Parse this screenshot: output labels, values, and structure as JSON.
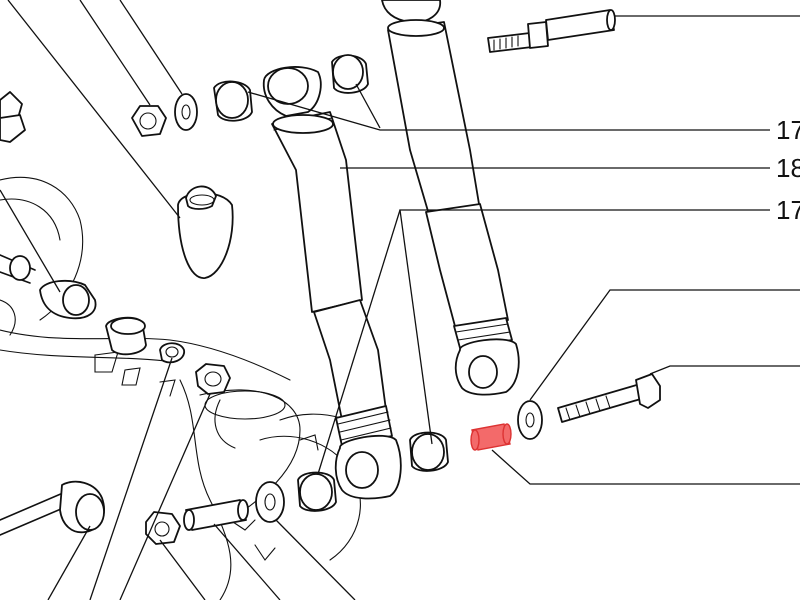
{
  "callouts": [
    {
      "id": "c1",
      "label": "17"
    },
    {
      "id": "c2",
      "label": "18"
    },
    {
      "id": "c3",
      "label": "17"
    }
  ],
  "colors": {
    "line": "#111111",
    "highlight": "#f36a6a"
  }
}
